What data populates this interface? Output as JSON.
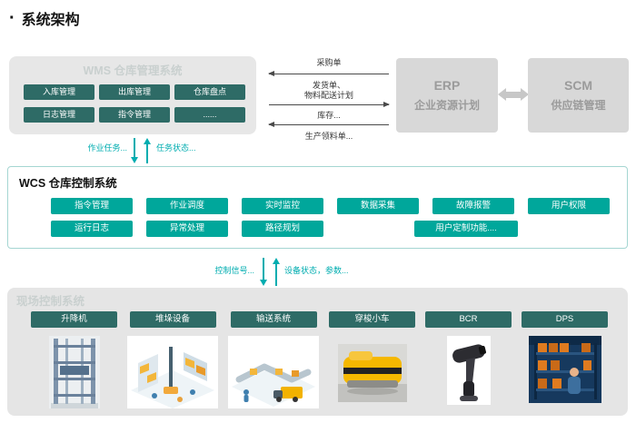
{
  "header": {
    "bullet": "·",
    "title": "系统架构"
  },
  "wms": {
    "watermark": "WMS 仓库管理系统",
    "buttons": [
      "入库管理",
      "出库管理",
      "仓库盘点",
      "日志管理",
      "指令管理",
      "......"
    ]
  },
  "flows": {
    "purchase_order": "采购单",
    "shipping_note": "发货单、",
    "material_plan": "物料配送计划",
    "inventory": "库存...",
    "production_requisition": "生产领料单..."
  },
  "erp": {
    "abbr": "ERP",
    "name": "企业资源计划"
  },
  "scm": {
    "abbr": "SCM",
    "name": "供应链管理"
  },
  "wms_wcs_link": {
    "down_label": "作业任务...",
    "up_label": "任务状态..."
  },
  "wcs": {
    "title": "WCS 仓库控制系统",
    "row1": [
      "指令管理",
      "作业调度",
      "实时监控",
      "数据采集",
      "故障报警",
      "用户权限"
    ],
    "row2": [
      "运行日志",
      "异常处理",
      "路径规划",
      "用户定制功能...."
    ]
  },
  "wcs_field_link": {
    "down_label": "控制信号...",
    "up_label": "设备状态，参数..."
  },
  "field": {
    "watermark": "现场控制系统",
    "devices": [
      "升降机",
      "堆垛设备",
      "输送系统",
      "穿梭小车",
      "BCR",
      "DPS"
    ]
  },
  "colors": {
    "dark_button": "#2e6b66",
    "teal_button": "#00a79b",
    "accent_teal": "#00adb0",
    "panel_gray": "#e7e7e7",
    "sys_box_gray": "#d8d8d8"
  }
}
